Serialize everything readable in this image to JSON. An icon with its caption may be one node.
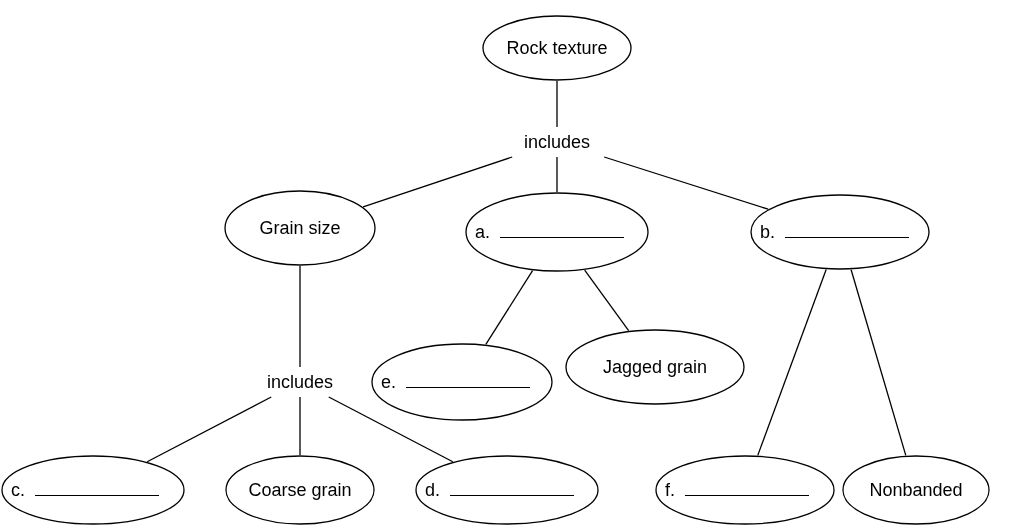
{
  "diagram": {
    "nodes": [
      {
        "text": [
          "Rock texture"
        ]
      },
      {
        "text": [
          "includes"
        ]
      },
      {
        "text": [
          "Grain size"
        ]
      },
      {
        "text": [
          "a."
        ]
      },
      {
        "text": [
          "b."
        ]
      },
      {
        "text": [
          "includes"
        ]
      },
      {
        "text": [
          "e."
        ]
      },
      {
        "text": [
          "Jagged grain"
        ]
      },
      {
        "text": [
          "c."
        ]
      },
      {
        "text": [
          "Coarse grain"
        ]
      },
      {
        "text": [
          "d."
        ]
      },
      {
        "text": [
          "f."
        ]
      },
      {
        "text": [
          "Nonbanded"
        ]
      }
    ],
    "edges": [
      {
        "from": 0,
        "to": 1,
        "arrow": "none"
      },
      {
        "from": 1,
        "to": 2,
        "arrow": "none"
      },
      {
        "from": 1,
        "to": 3,
        "arrow": "none"
      },
      {
        "from": 1,
        "to": 4,
        "arrow": "none"
      },
      {
        "from": 2,
        "to": 5,
        "arrow": "none"
      },
      {
        "from": 3,
        "to": 6,
        "arrow": "none"
      },
      {
        "from": 3,
        "to": 7,
        "arrow": "none"
      },
      {
        "from": 4,
        "to": 11,
        "arrow": "none"
      },
      {
        "from": 4,
        "to": 12,
        "arrow": "none"
      },
      {
        "from": 5,
        "to": 8,
        "arrow": "none"
      },
      {
        "from": 5,
        "to": 9,
        "arrow": "none"
      },
      {
        "from": 5,
        "to": 10,
        "arrow": "none"
      }
    ]
  }
}
